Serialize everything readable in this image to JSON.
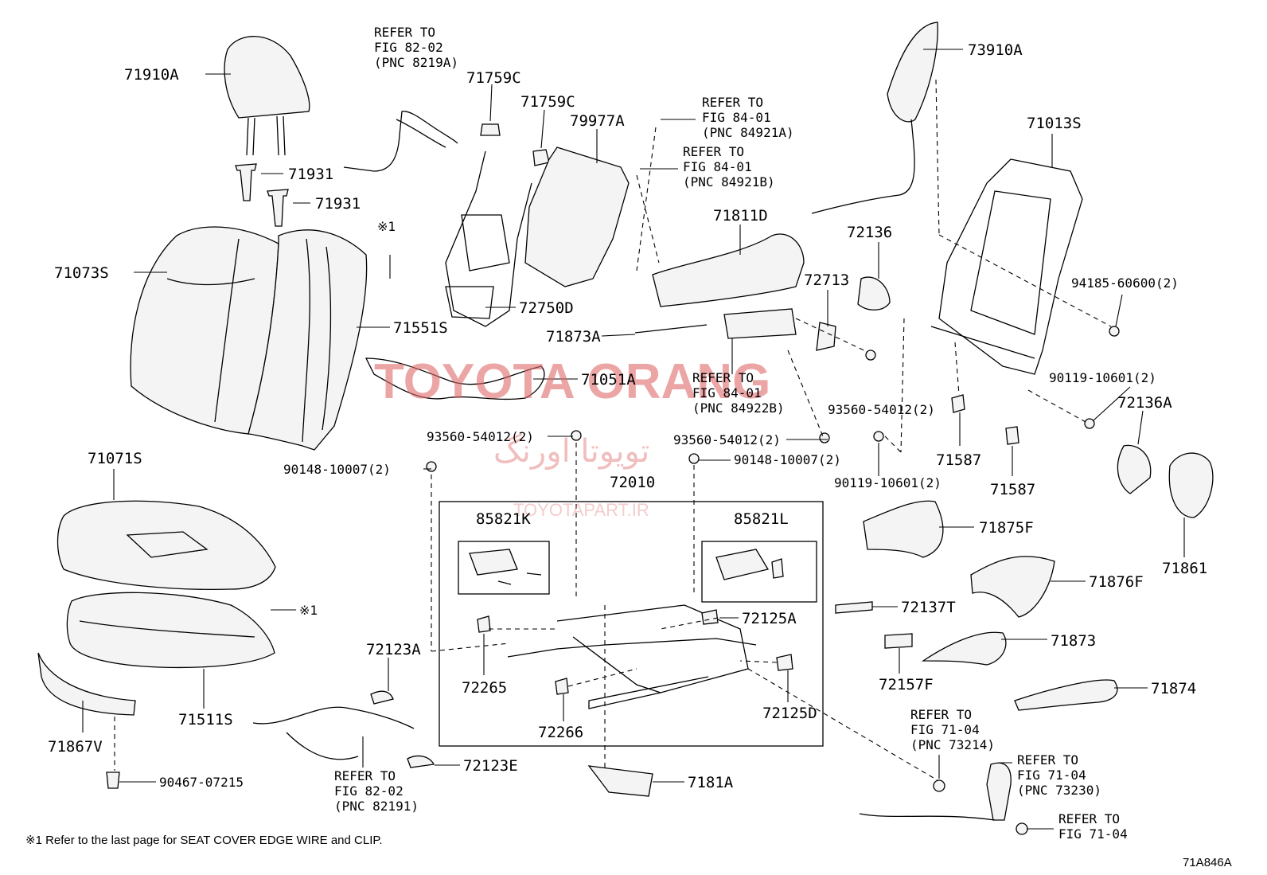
{
  "labels": {
    "p71910A": "71910A",
    "p71931a": "71931",
    "p71931b": "71931",
    "p71073S": "71073S",
    "p71551S": "71551S",
    "p71071S": "71071S",
    "p71511S": "71511S",
    "p71867V": "71867V",
    "p90467": "90467-07215",
    "p90148a": "90148-10007(2)",
    "p90148b": "90148-10007(2)",
    "p71759Ca": "71759C",
    "p71759Cb": "71759C",
    "p79977A": "79977A",
    "p72750D": "72750D",
    "p71051A": "71051A",
    "p71873A": "71873A",
    "p93560a": "93560-54012(2)",
    "p93560b": "93560-54012(2)",
    "p93560c": "93560-54012(2)",
    "p72010": "72010",
    "p85821K": "85821K",
    "p85821L": "85821L",
    "p72125A": "72125A",
    "p72125D": "72125D",
    "p72265": "72265",
    "p72266": "72266",
    "p72123A": "72123A",
    "p72123E": "72123E",
    "p7181A": "7181A",
    "p71811D": "71811D",
    "p72713": "72713",
    "p72136": "72136",
    "p73910A": "73910A",
    "p71013S": "71013S",
    "p94185": "94185-60600(2)",
    "p90119a": "90119-10601(2)",
    "p90119b": "90119-10601(2)",
    "p72136A": "72136A",
    "p71587a": "71587",
    "p71587b": "71587",
    "p71861": "71861",
    "p71875F": "71875F",
    "p71876F": "71876F",
    "p72137T": "72137T",
    "p71873": "71873",
    "p72157F": "72157F",
    "p71874": "71874",
    "mark1a": "※1",
    "mark1b": "※1"
  },
  "refs": {
    "r8219A": [
      "REFER TO",
      "FIG 82-02",
      "(PNC 8219A)"
    ],
    "r84921A": [
      "REFER TO",
      "FIG 84-01",
      "(PNC 84921A)"
    ],
    "r84921B": [
      "REFER TO",
      "FIG 84-01",
      "(PNC 84921B)"
    ],
    "r84922B": [
      "REFER TO",
      "FIG 84-01",
      "(PNC 84922B)"
    ],
    "r82191": [
      "REFER TO",
      "FIG 82-02",
      "(PNC 82191)"
    ],
    "r73214": [
      "REFER TO",
      "FIG 71-04",
      "(PNC 73214)"
    ],
    "r73230": [
      "REFER TO",
      "FIG 71-04",
      "(PNC 73230)"
    ],
    "r7104": [
      "REFER TO",
      "FIG 71-04"
    ]
  },
  "footnote": "※1 Refer to the last page for SEAT COVER EDGE WIRE and CLIP.",
  "figure_code": "71A846A",
  "watermark": {
    "brand": "TOYOTA ORANG",
    "persian": "تویوتا اورنگ",
    "site": "TOYOTAPART.IR"
  }
}
